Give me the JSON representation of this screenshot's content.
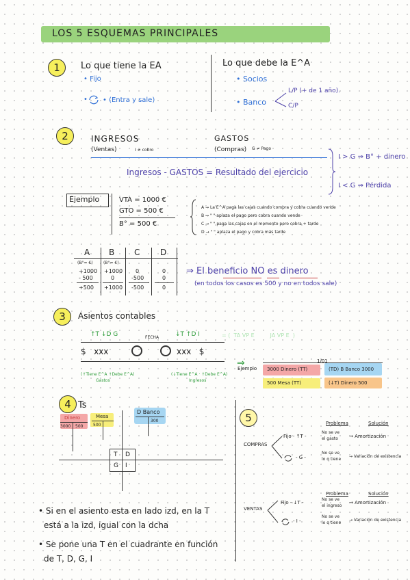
{
  "title": "LOS 5 ESQUEMAS PRINCIPALES",
  "s1": {
    "num": "1",
    "left_head": "Lo que tiene la EA",
    "left_items": [
      "• Fijo",
      "• (Entra y sale)"
    ],
    "right_head": "Lo que debe la E^A",
    "right_items": [
      "• Socios",
      "• Banco"
    ],
    "banco_sub": [
      "L/P (+ de 1 año).",
      "C/P"
    ]
  },
  "s2": {
    "num": "2",
    "ingresos": "INGRESOS",
    "ventas": "(Ventas)",
    "ventas_note": "I ≠ cobro",
    "gastos": "GASTOS",
    "compras": "(Compras)",
    "compras_note": "G ≠ Pago",
    "formula": "Ingresos - GASTOS = Resultado del ejercicio",
    "cond1": "I > G ⇒ B° + dinero",
    "cond2": "I < G ⇒ Pérdida",
    "ejemplo": "Ejemplo",
    "ex_lines": [
      "VTA = 1000 €",
      "GTO = 500 €",
      "B° = 500 €"
    ],
    "cases": [
      "A → La E^A paga las cajas cuando compra y cobra cuando vende",
      "B → \" \" aplaza el pago pero cobra cuando vende",
      "C → \" \" paga las cajas en el momento pero cobra + tarde",
      "D → \" \" aplaza el pago y cobra más tarde"
    ],
    "cols": [
      {
        "head": "A",
        "sub": "(B°= €)",
        "lines": [
          "+1000",
          "- 500",
          "+500"
        ]
      },
      {
        "head": "B",
        "sub": "(B°= €)",
        "lines": [
          "+1000",
          "0",
          "+1000"
        ]
      },
      {
        "head": "C",
        "sub": "",
        "lines": [
          "0",
          "-500",
          "-500"
        ]
      },
      {
        "head": "D",
        "sub": "",
        "lines": [
          "0",
          "0",
          "0"
        ]
      }
    ],
    "conclusion": "⇒ El beneficio NO es dinero",
    "conclusion_sub": "(en todos los casos es 500 y no en todos sale)"
  },
  "s3": {
    "num": "3",
    "head": "Asientos contables",
    "left_top": "↑T ↓D G",
    "fecha": "FECHA",
    "right_top": "↓T ↑D I",
    "faded": "= (  TA VP E         JA VP E  )",
    "left_row": "$   xxx",
    "right_row": "xxx   $",
    "left_note": "(↑Tiene E^A ↑Debe E^A)",
    "left_note_sub": "Gastos",
    "right_note": "(↓Tiene E^A · ↑Debe E^A)",
    "right_note_sub": "Ingresos",
    "ejemplo": "Ejemplo",
    "date": "1/01",
    "ex_row1_left": "3000 Dinero (TT)",
    "ex_row1_right": "(TD) B Banco 3000",
    "ex_row2_left": "500 Mesa (TT)",
    "ex_row2_right": "(↓T) Dinero 500"
  },
  "s4": {
    "num": "4",
    "head": "Ts",
    "dinero": "Dinero",
    "dinero_vals": [
      "3000",
      "500"
    ],
    "mesa": "Mesa",
    "mesa_val": "500",
    "banco": "D Banco",
    "banco_val": "300",
    "quad": [
      "T",
      "D",
      "G",
      "I"
    ],
    "notes": [
      "• Si en el asiento esta en lado izd, en la T",
      "está a la izd, igual con la dcha",
      "• Se pone una T en el cuadrante en función",
      "de T, D, G, I"
    ]
  },
  "s5": {
    "num": "5",
    "problema": "Problema",
    "solucion": "Solución",
    "compras": "COMPRAS",
    "ventas": "VENTAS",
    "compras_rows": [
      {
        "lead": "Fijo - ↑T -",
        "prob": [
          "No se ve",
          "el gasto"
        ],
        "sol": "→ Amortización"
      },
      {
        "lead": "- G -",
        "prob": [
          "No se ve",
          "lo q tiene"
        ],
        "sol": "→ Variación de existencia"
      }
    ],
    "ventas_rows": [
      {
        "lead": "Fijo - ↓T -",
        "prob": [
          "No se ve",
          "el ingreso"
        ],
        "sol": "→ Amortización"
      },
      {
        "lead": "- I -",
        "prob": [
          "No se ve",
          "lo q tiene"
        ],
        "sol": "→ Variación de existencia"
      }
    ]
  }
}
